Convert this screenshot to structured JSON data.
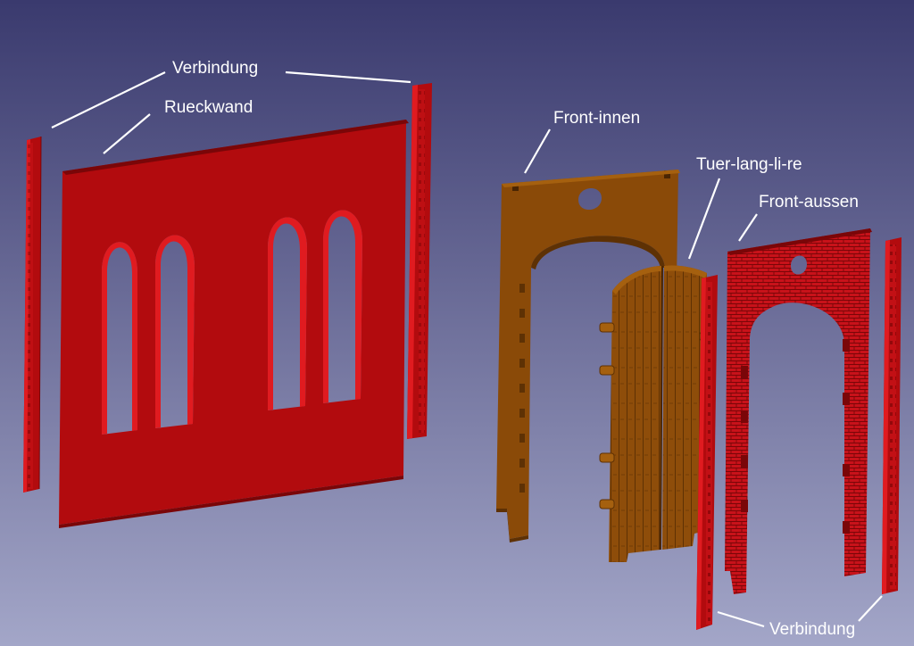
{
  "labels": {
    "verbindung_top": "Verbindung",
    "rueckwand": "Rueckwand",
    "front_innen": "Front-innen",
    "tuer": "Tuer-lang-li-re",
    "front_aussen": "Front-aussen",
    "verbindung_bottom": "Verbindung"
  },
  "colors": {
    "background_top": "#3a3a6e",
    "background_bottom": "#a3a6c8",
    "red_part": "#b20b0e",
    "red_shade": "#e01b20",
    "red_dark": "#7a0608",
    "wood_part": "#8a4a08",
    "wood_light": "#a5600f",
    "wood_dark": "#5e3104",
    "label_text": "#ffffff"
  }
}
